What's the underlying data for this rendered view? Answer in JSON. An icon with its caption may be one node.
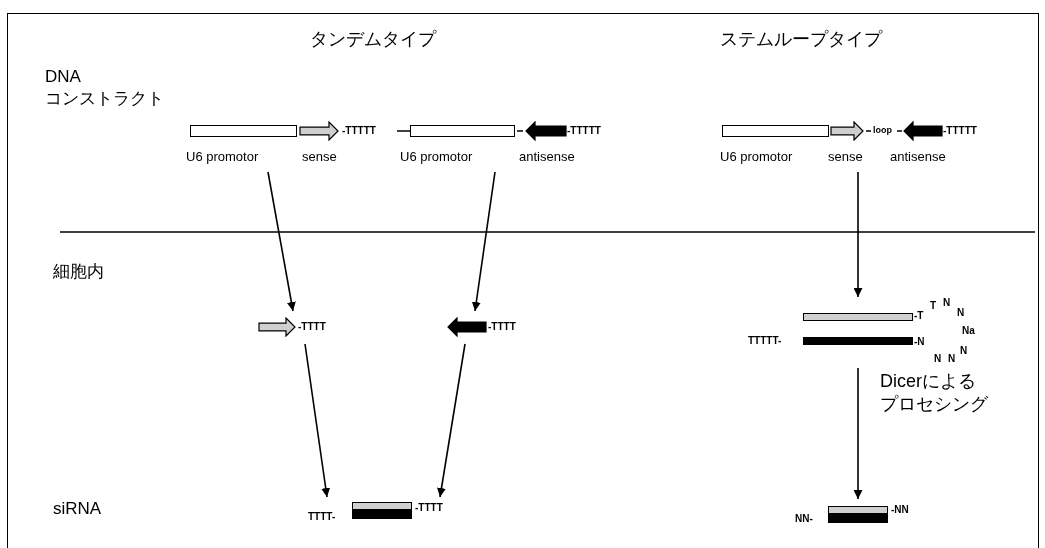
{
  "diagram": {
    "nodes": [
      {
        "text": [
          "-TTTTT"
        ],
        "beside": [
          "U6 promotor",
          "sense"
        ]
      },
      {
        "text": [
          "-TTTTT"
        ],
        "beside": [
          "U6 promotor",
          "antisense"
        ]
      },
      {
        "text": [
          "loop",
          "-TTTTT"
        ],
        "beside": [
          "U6 promotor",
          "sense",
          "antisense"
        ]
      },
      {
        "text": [
          "-TTTT"
        ]
      },
      {
        "text": [
          "-TTTT"
        ]
      },
      {
        "text": [
          "TTTTT-",
          "-T",
          "T",
          "N",
          "N",
          "Na",
          "N",
          "N",
          "N",
          "-N"
        ]
      },
      {
        "text": [
          "TTTT-",
          "-TTTT"
        ]
      },
      {
        "text": [
          "NN-",
          "-NN"
        ]
      }
    ],
    "edges": [
      {
        "from": 0,
        "to": 3,
        "arrow": "to"
      },
      {
        "from": 1,
        "to": 4,
        "arrow": "to"
      },
      {
        "from": 2,
        "to": 5,
        "arrow": "to"
      },
      {
        "from": 3,
        "to": 6,
        "arrow": "to"
      },
      {
        "from": 4,
        "to": 6,
        "arrow": "to"
      },
      {
        "from": 5,
        "to": 7,
        "arrow": "to",
        "label": "Dicerによるプロセシング"
      }
    ],
    "labels": [
      "タンデムタイプ",
      "ステムループタイプ",
      "DNA コンストラクト",
      "細胞内",
      "siRNA"
    ]
  }
}
